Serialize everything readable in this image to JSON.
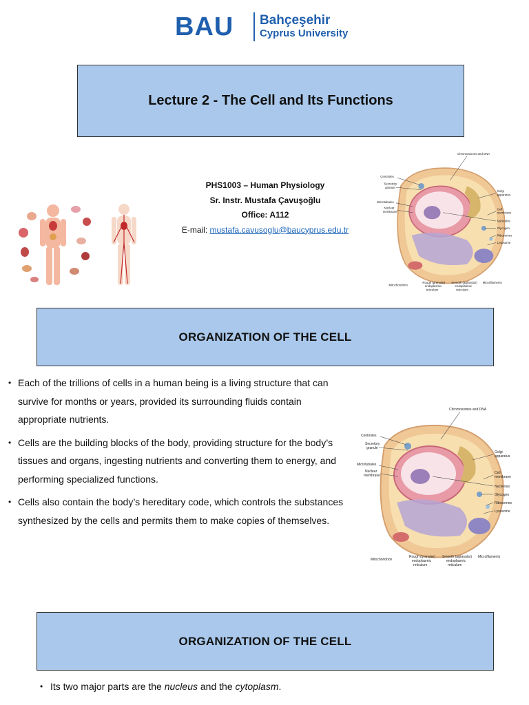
{
  "logo": {
    "brand": "BAU",
    "name_line1": "Bahçeşehir",
    "name_line2": "Cyprus University"
  },
  "title": "Lecture 2 - The Cell and Its Functions",
  "course_info": {
    "course": "PHS1003 – Human Physiology",
    "instructor": "Sr. Instr. Mustafa Çavuşoğlu",
    "office": "Office: A112",
    "email_label": "E-mail: ",
    "email": "mustafa.cavusoglu@baucyprus.edu.tr"
  },
  "cell_diagram_labels": {
    "chromosomes": "Chromosomes and DNA",
    "centrioles": "Centrioles",
    "secretory_l1": "Secretory",
    "secretory_l2": "granule",
    "microtubules": "Microtubules",
    "nuclear_l1": "Nuclear",
    "nuclear_l2": "membrane",
    "golgi_l1": "Golgi",
    "golgi_l2": "apparatus",
    "cell_membrane_l1": "Cell",
    "cell_membrane_l2": "membrane",
    "nucleolus": "Nucleolus",
    "glycogen": "Glycogen",
    "ribosomes": "Ribosomes",
    "lysosome": "Lysosome",
    "mitochondrion": "Mitochondrion",
    "rough_er_l1": "Rough (granular)",
    "rough_er_l2": "endoplasmic",
    "rough_er_l3": "reticulum",
    "smooth_er_l1": "Smooth (agranular)",
    "smooth_er_l2": "endoplasmic",
    "smooth_er_l3": "reticulum",
    "microfilaments": "Microfilaments"
  },
  "section_1": {
    "heading": "ORGANIZATION OF THE CELL",
    "bullets": [
      "Each of the trillions of cells in a human being is a living structure that can survive for months or years, provided its surrounding fluids contain appropriate nutrients.",
      "Cells are the building blocks of the body, providing structure for the body’s tissues and organs, ingesting nutrients and converting them to energy, and performing specialized functions.",
      "Cells also contain the body’s hereditary code, which controls the substances synthesized by the cells and permits them to make copies of themselves."
    ]
  },
  "section_2": {
    "heading": "ORGANIZATION OF THE CELL",
    "bullet_parts": {
      "prefix": "Its two major parts are the ",
      "nucleus": "nucleus",
      "middle": " and the ",
      "cytoplasm": "cytoplasm",
      "suffix": "."
    }
  },
  "colors": {
    "box_fill": "#a9c8eb",
    "brand_blue": "#1f5fae",
    "link_blue": "#1a63b8"
  }
}
